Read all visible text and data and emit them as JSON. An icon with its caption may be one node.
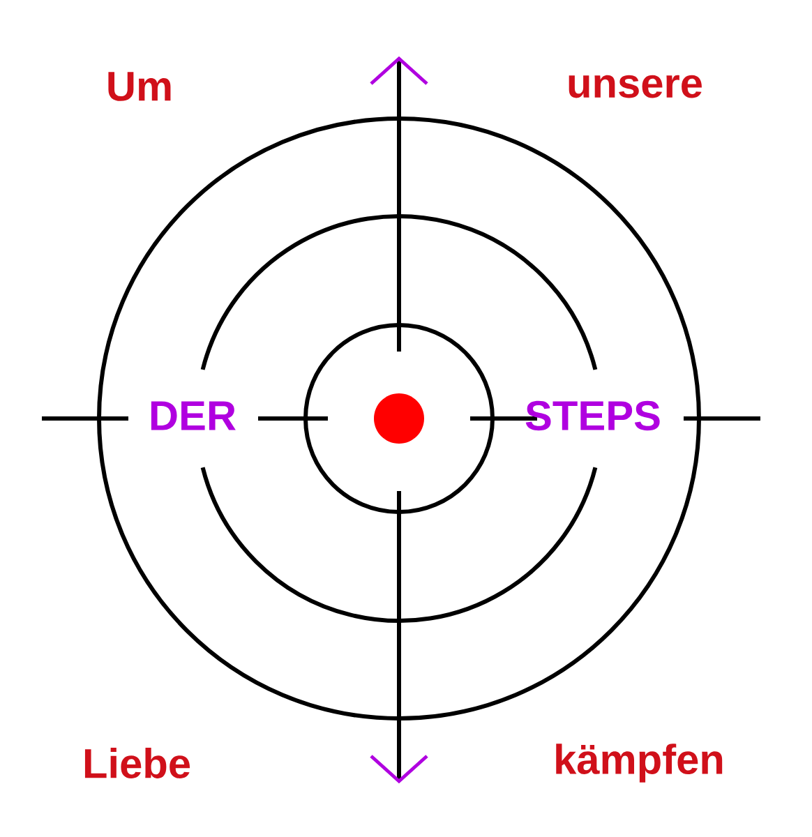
{
  "diagram": {
    "labels": [
      "Um",
      "unsere",
      "DER",
      "STEPS",
      "Liebe",
      "kämpfen"
    ]
  }
}
